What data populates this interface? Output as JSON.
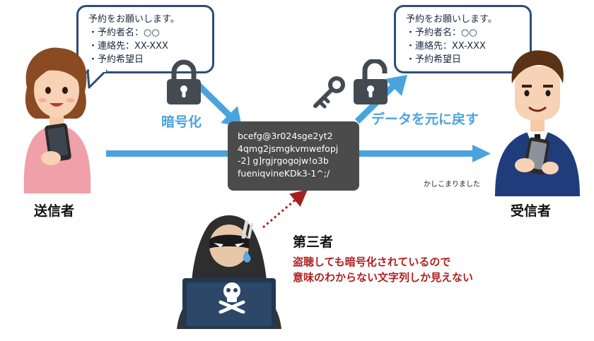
{
  "sender_bubble": {
    "lines": [
      "予約をお願いします。",
      "・予約者名：○○",
      "・連絡先：XX-XXX",
      "・予約希望日"
    ]
  },
  "receiver_bubble": {
    "lines": [
      "予約をお願いします。",
      "・予約者名：○○",
      "・連絡先：XX-XXX",
      "・予約希望日"
    ]
  },
  "encrypt_label": "暗号化",
  "decrypt_label": "データを元に戻す",
  "ciphertext": {
    "lines": [
      "bcefg@3r024sge2yt2",
      "4qmg2jsmgkvmwefopj",
      "-2] g]rgjrgogojw!o3b",
      "fueniqvineKDk3-1^;/"
    ]
  },
  "receiver_reply": "かしこまりました",
  "sender_label": "送信者",
  "receiver_label": "受信者",
  "third_party": {
    "title": "第三者",
    "caption_lines": [
      "盗聴しても暗号化されているので",
      "意味のわからない文字列しか見えない"
    ]
  },
  "colors": {
    "arrow_blue": "#4aa3dd",
    "lock_gray": "#444a52",
    "bubble_border": "#2e4d7a",
    "warning_red": "#b02020",
    "cipher_box": "#4b4b4b"
  },
  "icons": [
    "locked-padlock-icon",
    "unlocked-padlock-icon",
    "key-icon",
    "skull-icon"
  ]
}
